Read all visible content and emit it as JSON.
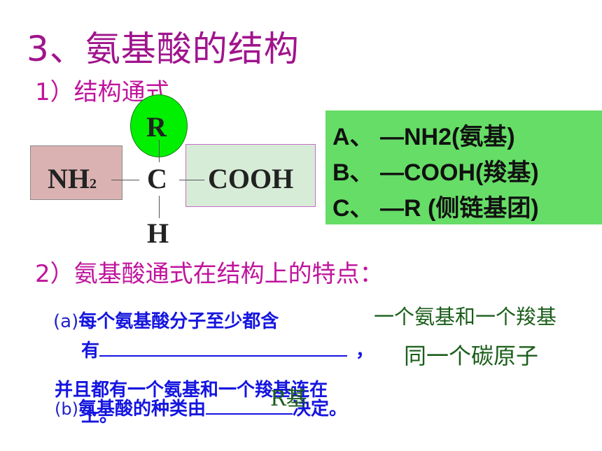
{
  "title": "3、氨基酸的结构",
  "section1": "1）结构通式",
  "structure": {
    "r": "R",
    "c": "C",
    "h": "H",
    "nh2": "NH",
    "nh2_sub": "2",
    "cooh": "COOH"
  },
  "legend": [
    "A、 —NH2(氨基)",
    "B、 —COOH(羧基)",
    "C、 —R (侧链基团)"
  ],
  "section2": "2）氨基酸通式在结构上的特点：",
  "item_a": {
    "prefix": "(a)",
    "text": "每个氨基酸分子至少都含",
    "line2_start": "有",
    "line2_end": "，",
    "line3": "并且都有一个氨基和一个羧基连在",
    "line4": "上。",
    "answer1": "一个氨基和一个羧基",
    "answer2": "同一个碳原子"
  },
  "item_b": {
    "prefix": "(b)",
    "text": "氨基酸的种类由",
    "end": "决定。",
    "answer": "R基"
  }
}
